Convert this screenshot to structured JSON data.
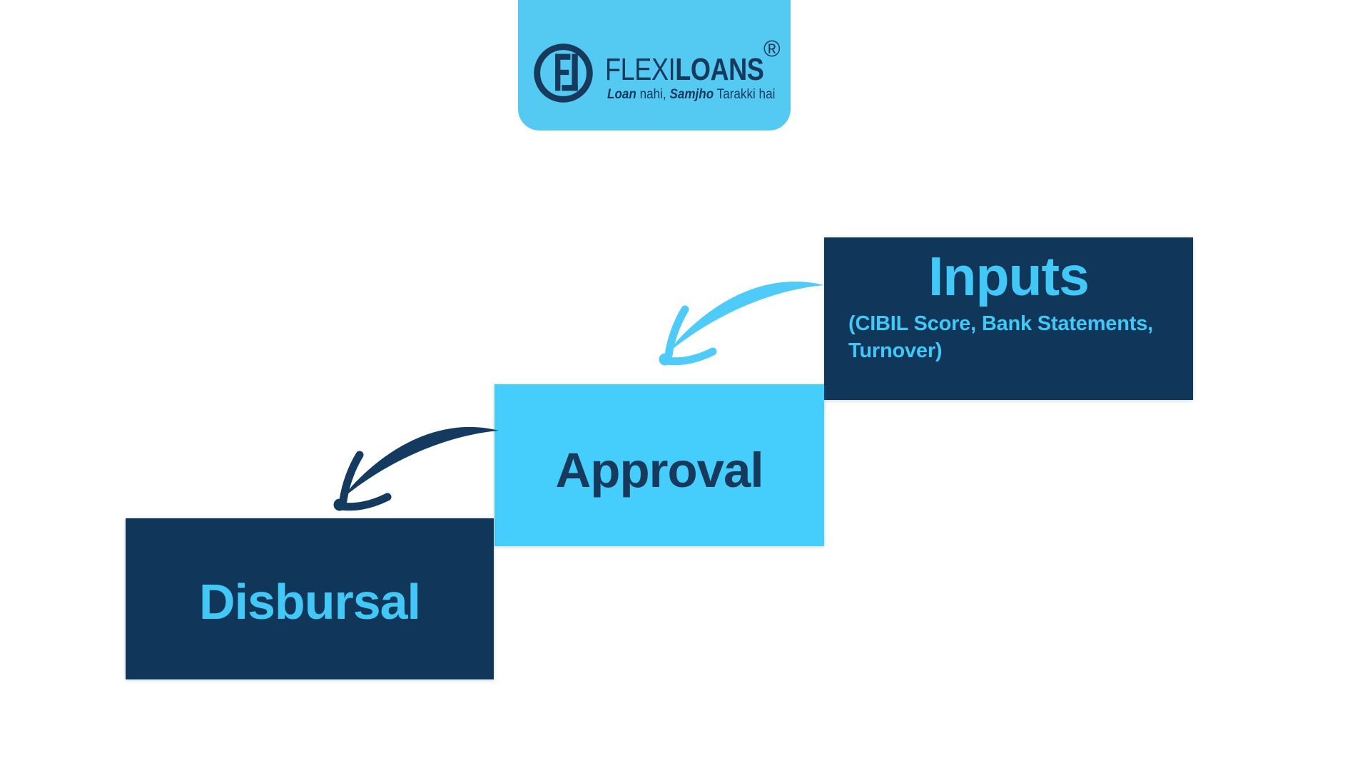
{
  "page": {
    "background": "#FFFFFF"
  },
  "logo": {
    "brand_flexi": "FLEXI",
    "brand_loans": "LOANS",
    "registered_mark": "®",
    "tagline": {
      "part1_bold": "Loan",
      "part2": " nahi, ",
      "part3_bold": "Samjho",
      "part4": " Tarakki hai"
    },
    "colors": {
      "card_bg": "#54CAF2",
      "navy": "#16395C"
    }
  },
  "diagram": {
    "steps": [
      {
        "id": "inputs",
        "title": "Inputs",
        "subtitle_lines": [
          "(CIBIL Score, Bank Statements,",
          "Turnover)"
        ],
        "bg": "#103659",
        "text_color": "#41C8F7"
      },
      {
        "id": "approval",
        "title": "Approval",
        "bg": "#45CDFB",
        "text_color": "#17395C"
      },
      {
        "id": "disbursal",
        "title": "Disbursal",
        "bg": "#103659",
        "text_color": "#41C8F7"
      }
    ],
    "arrows": [
      {
        "id": "inputs-to-approval",
        "color": "#4ECBF9"
      },
      {
        "id": "approval-to-disbursal",
        "color": "#143A60"
      }
    ]
  }
}
